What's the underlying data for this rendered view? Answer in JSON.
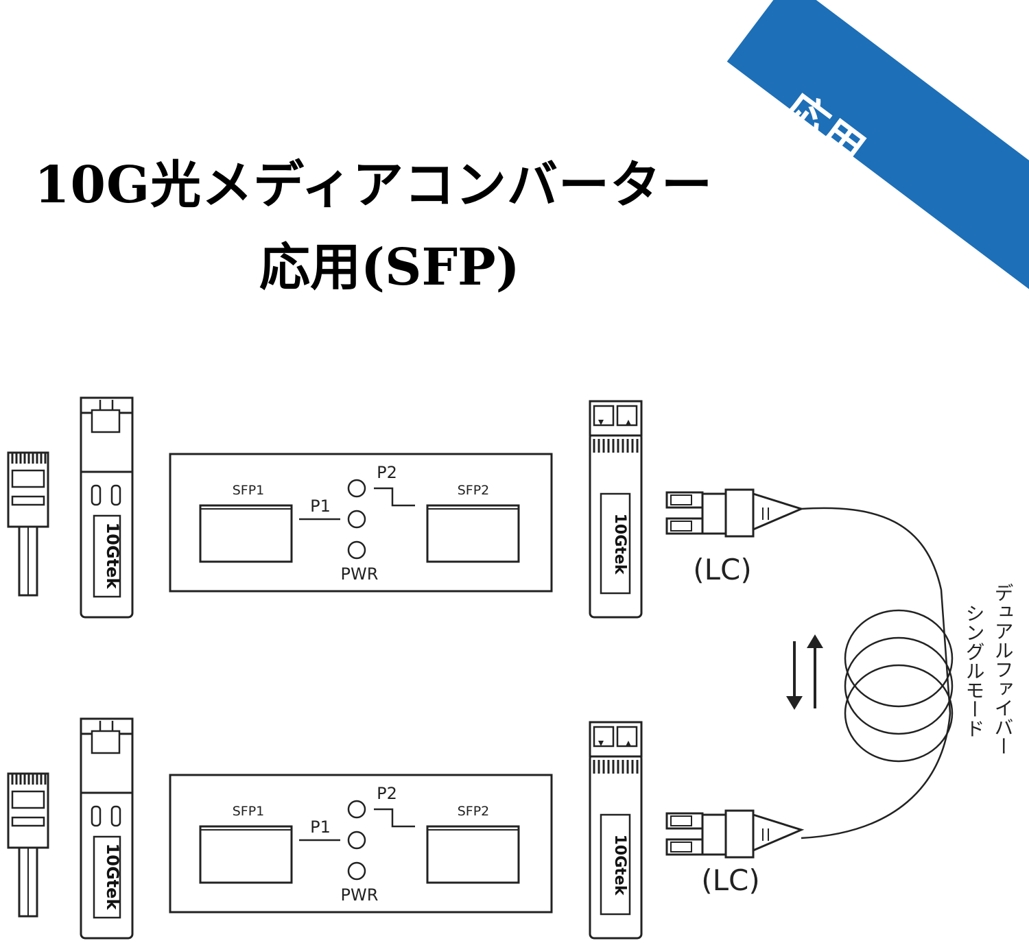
{
  "title": {
    "line1": "10G光メディアコンバーター",
    "line2": "応用(SFP)"
  },
  "banner": {
    "label": "応用",
    "color": "#1d6fb7"
  },
  "converter_top": {
    "sfp1": "SFP1",
    "sfp2": "SFP2",
    "p1": "P1",
    "p2": "P2",
    "pwr": "PWR"
  },
  "converter_bottom": {
    "sfp1": "SFP1",
    "sfp2": "SFP2",
    "p1": "P1",
    "p2": "P2",
    "pwr": "PWR"
  },
  "module_brand": "10Gtek",
  "connector_label_top": "(LC)",
  "connector_label_bottom": "(LC)",
  "fiber_label": {
    "line1": "デュアルファイバー",
    "line2": "シングルモード"
  }
}
